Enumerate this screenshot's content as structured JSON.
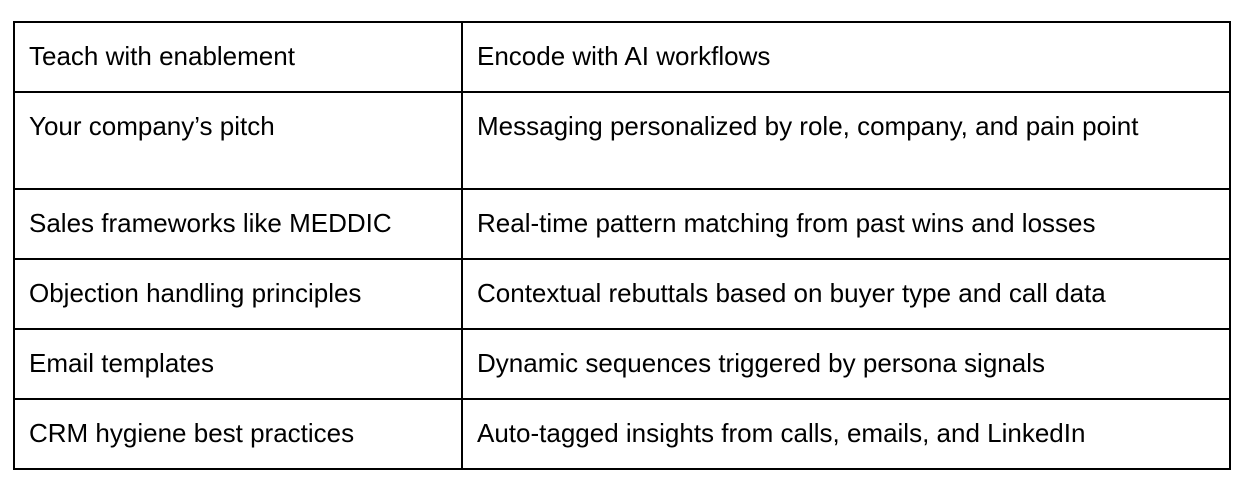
{
  "table": {
    "rows": [
      {
        "left": "Teach with enablement",
        "right": "Encode with AI workflows"
      },
      {
        "left": "Your company’s pitch",
        "right": "Messaging personalized by role, company, and pain point"
      },
      {
        "left": "Sales frameworks like MEDDIC",
        "right": "Real-time pattern matching from past wins and losses"
      },
      {
        "left": "Objection handling principles",
        "right": "Contextual rebuttals based on buyer type and call data"
      },
      {
        "left": "Email templates",
        "right": "Dynamic sequences triggered by persona signals"
      },
      {
        "left": "CRM hygiene best practices",
        "right": "Auto-tagged insights from calls, emails, and LinkedIn"
      }
    ]
  }
}
